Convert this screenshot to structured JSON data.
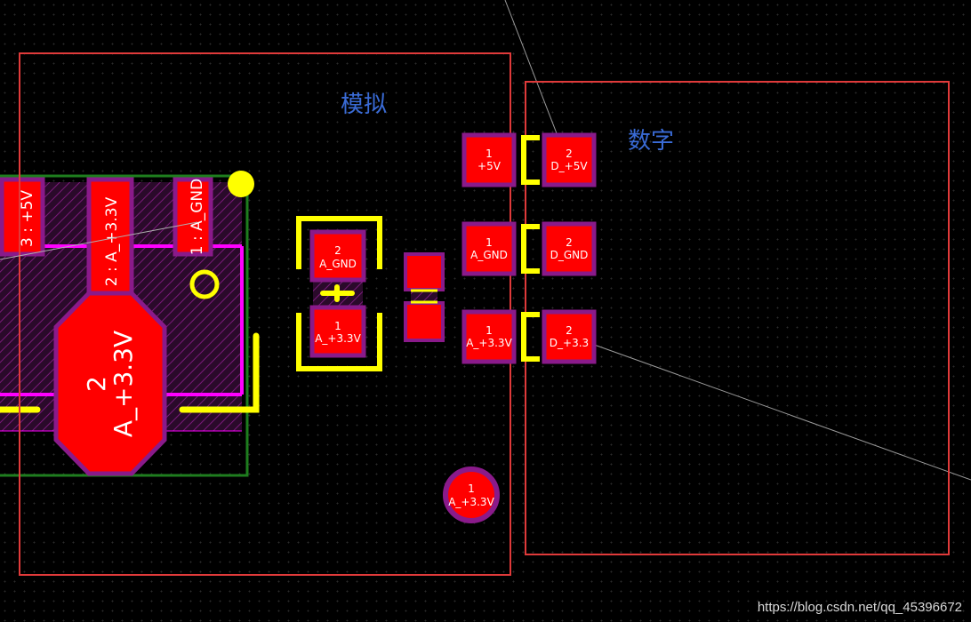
{
  "rooms": {
    "analog_label": "模拟",
    "digital_label": "数字",
    "border_color": "#e03a3a",
    "label_color": "#3a6bd6"
  },
  "connector": {
    "pin_left": "3 : +5V",
    "pin_middle": "2 : A_+3.3V",
    "pin_right": "1 : A_GND",
    "big_pad_number": "2",
    "big_pad_net": "A_+3.3V"
  },
  "capacitor": {
    "pad2_number": "2",
    "pad2_net": "A_GND",
    "pad1_number": "1",
    "pad1_net": "A_+3.3V"
  },
  "net_ties": [
    {
      "pad1_number": "1",
      "pad1_net": "+5V",
      "pad2_number": "2",
      "pad2_net": "D_+5V"
    },
    {
      "pad1_number": "1",
      "pad1_net": "A_GND",
      "pad2_number": "2",
      "pad2_net": "D_GND"
    },
    {
      "pad1_number": "1",
      "pad1_net": "A_+3.3V",
      "pad2_number": "2",
      "pad2_net": "D_+3.3"
    }
  ],
  "via": {
    "number": "1",
    "net": "A_+3.3V"
  },
  "watermark": "https://blog.csdn.net/qq_45396672",
  "colors": {
    "pad_fill": "#ff0000",
    "pad_border": "#8a1a8a",
    "silkscreen": "#ffff00",
    "board_outline": "#1e7d1e",
    "magenta": "#ff00ff"
  }
}
